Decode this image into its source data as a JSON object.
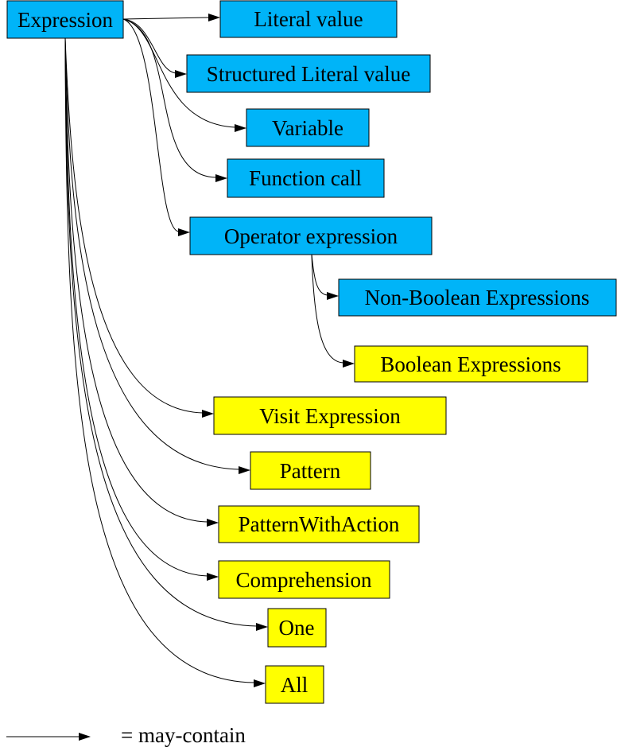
{
  "colors": {
    "blue": "#00b4f8",
    "yellow": "#ffff00",
    "line": "#000000"
  },
  "nodes": {
    "expression": {
      "label": "Expression",
      "color": "blue"
    },
    "literal": {
      "label": "Literal value",
      "color": "blue"
    },
    "structured": {
      "label": "Structured Literal value",
      "color": "blue"
    },
    "variable": {
      "label": "Variable",
      "color": "blue"
    },
    "function": {
      "label": "Function call",
      "color": "blue"
    },
    "operator": {
      "label": "Operator expression",
      "color": "blue"
    },
    "nonboolean": {
      "label": "Non-Boolean Expressions",
      "color": "blue"
    },
    "boolean": {
      "label": "Boolean Expressions",
      "color": "yellow"
    },
    "visit": {
      "label": "Visit Expression",
      "color": "yellow"
    },
    "pattern": {
      "label": "Pattern",
      "color": "yellow"
    },
    "patternaction": {
      "label": "PatternWithAction",
      "color": "yellow"
    },
    "comprehension": {
      "label": "Comprehension",
      "color": "yellow"
    },
    "one": {
      "label": "One",
      "color": "yellow"
    },
    "all": {
      "label": "All",
      "color": "yellow"
    }
  },
  "edges": [
    {
      "from": "expression",
      "to": "literal"
    },
    {
      "from": "expression",
      "to": "structured"
    },
    {
      "from": "expression",
      "to": "variable"
    },
    {
      "from": "expression",
      "to": "function"
    },
    {
      "from": "expression",
      "to": "operator"
    },
    {
      "from": "operator",
      "to": "nonboolean"
    },
    {
      "from": "operator",
      "to": "boolean"
    },
    {
      "from": "expression",
      "to": "visit"
    },
    {
      "from": "expression",
      "to": "pattern"
    },
    {
      "from": "expression",
      "to": "patternaction"
    },
    {
      "from": "expression",
      "to": "comprehension"
    },
    {
      "from": "expression",
      "to": "one"
    },
    {
      "from": "expression",
      "to": "all"
    }
  ],
  "legend": {
    "text": "= may-contain"
  }
}
